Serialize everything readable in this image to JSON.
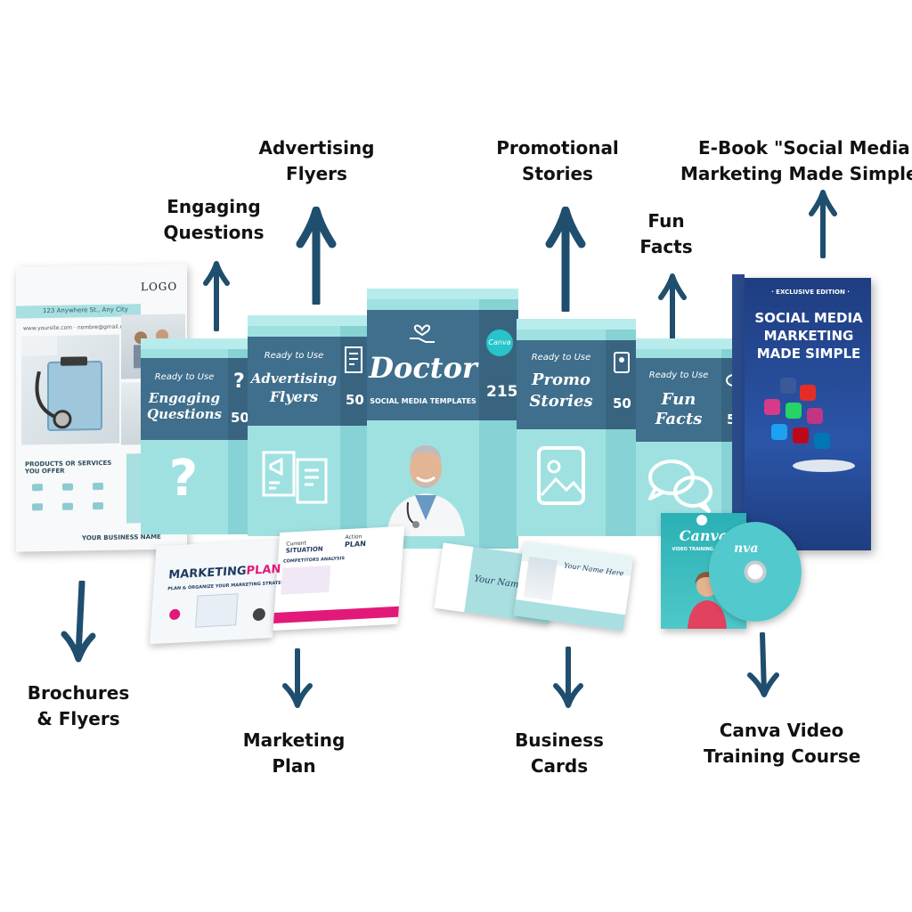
{
  "labels": {
    "engaging_questions": [
      "Engaging",
      "Questions"
    ],
    "advertising_flyers": [
      "Advertising",
      "Flyers"
    ],
    "promotional_stories": [
      "Promotional",
      "Stories"
    ],
    "fun_facts": [
      "Fun",
      "Facts"
    ],
    "ebook": [
      "E-Book \"Social Media",
      "Marketing Made Simple"
    ],
    "brochures": [
      "Brochures",
      "& Flyers"
    ],
    "marketing_plan": [
      "Marketing",
      "Plan"
    ],
    "business_cards": [
      "Business",
      "Cards"
    ],
    "canva_course": [
      "Canva Video",
      "Training Course"
    ]
  },
  "boxes": {
    "questions": {
      "ready": "Ready to Use",
      "title1": "Engaging",
      "title2": "Questions",
      "count": "50"
    },
    "flyers": {
      "ready": "Ready to Use",
      "title1": "Advertising",
      "title2": "Flyers",
      "count": "50"
    },
    "doctor": {
      "title": "Doctor",
      "subtitle": "SOCIAL MEDIA TEMPLATES",
      "count": "215",
      "badge": "Canva"
    },
    "promo": {
      "ready": "Ready to Use",
      "title1": "Promo",
      "title2": "Stories",
      "count": "50"
    },
    "funfacts": {
      "ready": "Ready to Use",
      "title1": "Fun",
      "title2": "Facts",
      "count": "50"
    }
  },
  "brochure": {
    "logo": "LOGO",
    "address": "123 Anywhere St., Any City",
    "contact": "www.yoursite.com · nombre@gmail.com",
    "products": "PRODUCTS OR SERVICES YOU OFFER",
    "business": "YOUR BUSINESS NAME"
  },
  "ebook": {
    "edition": "· EXCLUSIVE EDITION ·",
    "line1": "SOCIAL MEDIA",
    "line2": "MARKETING",
    "line3": "MADE SIMPLE"
  },
  "plan": {
    "title1": "MARKETING",
    "title2": "PLAN",
    "sub": "PLAN & ORGANIZE YOUR MARKETING STRATEGIES",
    "current": "Current",
    "situation": "SITUATION",
    "action": "Action",
    "action_plan": "PLAN",
    "competitors": "COMPETITORS ANALYSIS"
  },
  "cards": {
    "name1": "Your Name Here",
    "name2": "Your Name Here"
  },
  "dvd": {
    "title": "Canva",
    "sub": "VIDEO TRAINING COURSE",
    "title2": "nva"
  },
  "colors": {
    "navy": "#1f4e6e",
    "teal": "#9fe1e1",
    "band": "#3f6f8c"
  }
}
